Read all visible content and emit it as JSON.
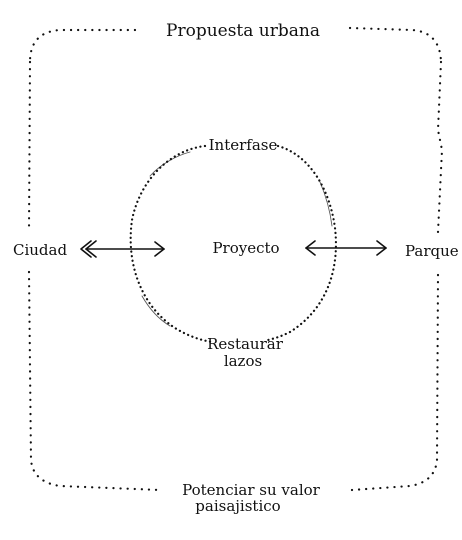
{
  "labels": {
    "top": "Propuesta urbana",
    "left": "Ciudad",
    "right": "Parque",
    "center": "Proyecto",
    "circle_top": "Interfase",
    "circle_bottom_line1": "Restaurar",
    "circle_bottom_line2": "lazos",
    "bottom_line1": "Potenciar su valor",
    "bottom_line2": "paisajistico"
  },
  "colors": {
    "ink": "#111111",
    "background": "#ffffff"
  }
}
